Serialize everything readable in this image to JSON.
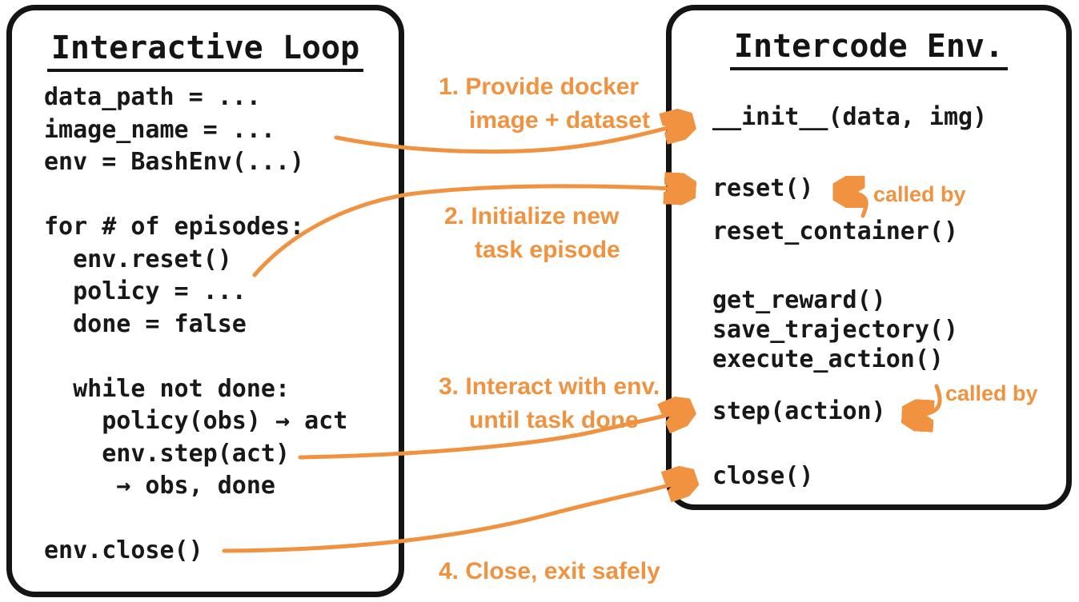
{
  "canvas": {
    "background_color": "#ffffff",
    "ink_color": "#141414",
    "accent_color": "#f0923f"
  },
  "left_box": {
    "title": "Interactive Loop",
    "code_lines": [
      "data_path = ...",
      "image_name = ...",
      "env = BashEnv(...)",
      "",
      "for # of episodes:",
      "  env.reset()",
      "  policy = ...",
      "  done = false",
      "",
      "  while not done:",
      "    policy(obs) → act",
      "    env.step(act)",
      "     → obs, done",
      "",
      "env.close()"
    ]
  },
  "right_box": {
    "title": "Intercode Env.",
    "methods": [
      "__init__(data, img)",
      "reset()",
      "reset_container()",
      "get_reward()",
      "save_trajectory()",
      "execute_action()",
      "step(action)",
      "close()"
    ]
  },
  "annotations": {
    "step1_line1": "1. Provide docker",
    "step1_line2": "image + dataset",
    "step2_line1": "2. Initialize new",
    "step2_line2": "task episode",
    "step3_line1": "3. Interact with env.",
    "step3_line2": "until task done",
    "step4_line1": "4. Close, exit safely",
    "called_by_reset": "called by",
    "called_by_step": "called by"
  }
}
